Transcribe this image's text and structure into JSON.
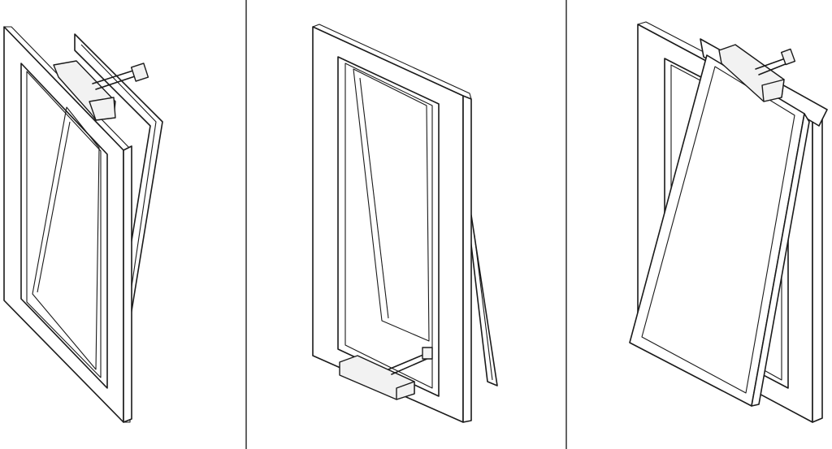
{
  "figure": {
    "panels": [
      {
        "id": "left",
        "depicts": "window-frame-with-outward-opening-sash-top-actuator"
      },
      {
        "id": "center",
        "depicts": "window-frame-with-bottom-actuator-awning-sash"
      },
      {
        "id": "right",
        "depicts": "window-frame-with-tilted-sash-top-actuator"
      }
    ],
    "colors": {
      "line": "#1a1a1a",
      "background": "#ffffff",
      "motor_fill": "#f2f2f2"
    }
  }
}
